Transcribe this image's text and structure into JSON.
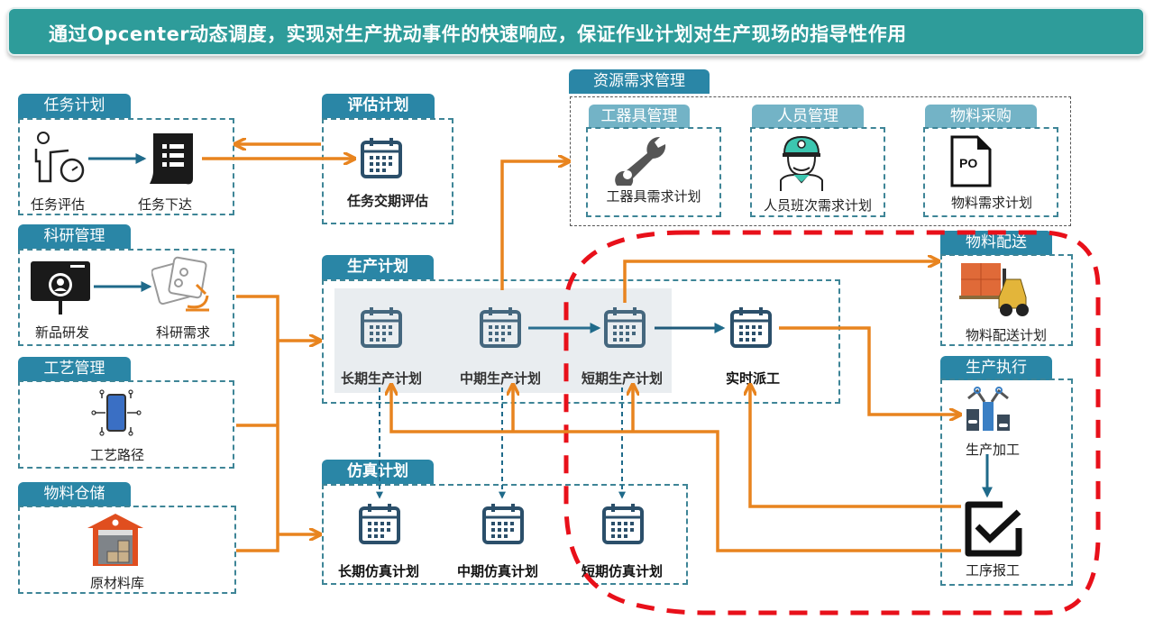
{
  "banner": {
    "title": "通过Opcenter动态调度，实现对生产扰动事件的快速响应，保证作业计划对生产现场的指导性作用"
  },
  "colors": {
    "banner": "#2e9c9a",
    "tab": "#2a86a6",
    "tab_light": "#73b3c6",
    "orange_arrow": "#e8841f",
    "blue_arrow": "#1f6a8a",
    "red_boundary": "#e8101a"
  },
  "task_plan": {
    "tab": "任务计划",
    "items": [
      {
        "label": "任务评估",
        "icon": "person-clock-icon"
      },
      {
        "label": "任务下达",
        "icon": "document-list-icon"
      }
    ]
  },
  "eval_plan": {
    "tab": "评估计划",
    "items": [
      {
        "label": "任务交期评估",
        "icon": "calendar-icon"
      }
    ]
  },
  "rnd": {
    "tab": "科研管理",
    "items": [
      {
        "label": "新品研发",
        "icon": "browser-search-icon"
      },
      {
        "label": "科研需求",
        "icon": "microscope-cards-icon"
      }
    ]
  },
  "process": {
    "tab": "工艺管理",
    "items": [
      {
        "label": "工艺路径",
        "icon": "circuit-phone-icon"
      }
    ]
  },
  "storage": {
    "tab": "物料仓储",
    "items": [
      {
        "label": "原材料库",
        "icon": "warehouse-icon"
      }
    ]
  },
  "resource": {
    "tab": "资源需求管理",
    "groups": [
      {
        "tab": "工器具管理",
        "label": "工器具需求计划",
        "icon": "wrench-icon"
      },
      {
        "tab": "人员管理",
        "label": "人员班次需求计划",
        "icon": "worker-icon"
      },
      {
        "tab": "物料采购",
        "label": "物料需求计划",
        "icon": "po-document-icon",
        "icon_text": "PO"
      }
    ]
  },
  "production_plan": {
    "tab": "生产计划",
    "items": [
      {
        "label": "长期生产计划"
      },
      {
        "label": "中期生产计划"
      },
      {
        "label": "短期生产计划"
      },
      {
        "label": "实时派工"
      }
    ]
  },
  "simulation_plan": {
    "tab": "仿真计划",
    "items": [
      {
        "label": "长期仿真计划"
      },
      {
        "label": "中期仿真计划"
      },
      {
        "label": "短期仿真计划"
      }
    ]
  },
  "delivery": {
    "tab": "物料配送",
    "label": "物料配送计划",
    "icon": "forklift-icon"
  },
  "execution": {
    "tab": "生产执行",
    "items": [
      {
        "label": "生产加工",
        "icon": "robot-factory-icon"
      },
      {
        "label": "工序报工",
        "icon": "checkbox-icon"
      }
    ]
  }
}
